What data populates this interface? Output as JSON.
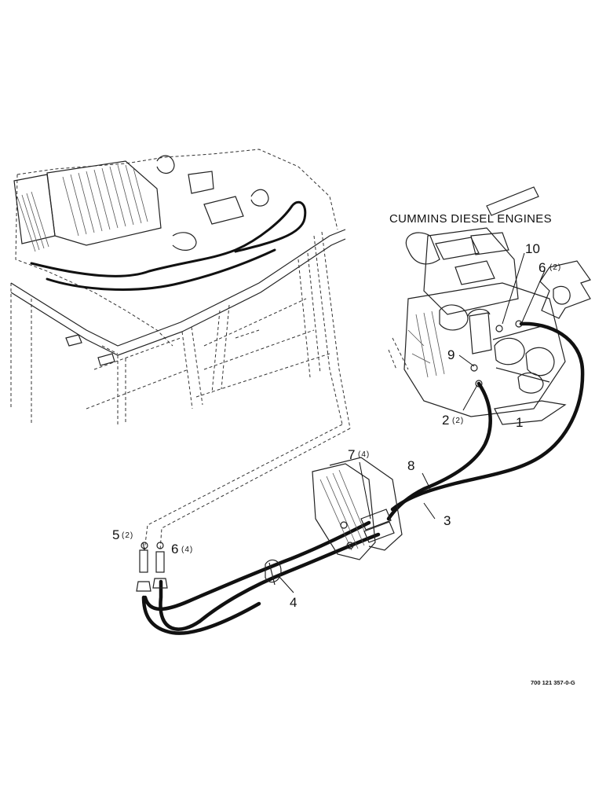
{
  "caption": "CUMMINS DIESEL ENGINES",
  "document_number": "700 121 357-0-G",
  "callouts": [
    {
      "id": "10",
      "qty": ""
    },
    {
      "id": "6",
      "qty": "(2)"
    },
    {
      "id": "9",
      "qty": ""
    },
    {
      "id": "2",
      "qty": "(2)"
    },
    {
      "id": "1",
      "qty": ""
    },
    {
      "id": "8",
      "qty": ""
    },
    {
      "id": "7",
      "qty": "(4)"
    },
    {
      "id": "3",
      "qty": ""
    },
    {
      "id": "5",
      "qty": "(2)"
    },
    {
      "id": "6",
      "qty": "(4)"
    },
    {
      "id": "4",
      "qty": ""
    }
  ]
}
